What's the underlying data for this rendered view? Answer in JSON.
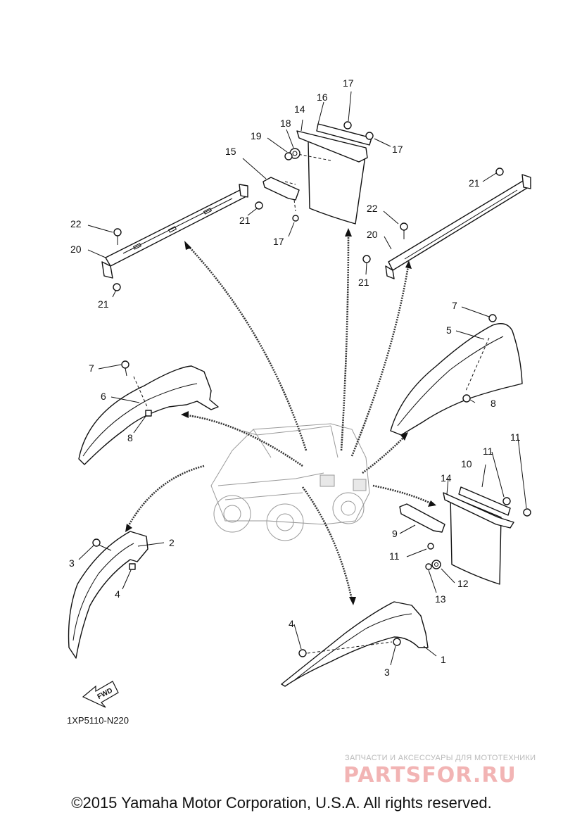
{
  "labels": [
    {
      "id": "1",
      "text": "1"
    },
    {
      "id": "2",
      "text": "2"
    },
    {
      "id": "3a",
      "text": "3"
    },
    {
      "id": "3b",
      "text": "3"
    },
    {
      "id": "4a",
      "text": "4"
    },
    {
      "id": "4b",
      "text": "4"
    },
    {
      "id": "5",
      "text": "5"
    },
    {
      "id": "6",
      "text": "6"
    },
    {
      "id": "7a",
      "text": "7"
    },
    {
      "id": "7b",
      "text": "7"
    },
    {
      "id": "8a",
      "text": "8"
    },
    {
      "id": "8b",
      "text": "8"
    },
    {
      "id": "9",
      "text": "9"
    },
    {
      "id": "10",
      "text": "10"
    },
    {
      "id": "11a",
      "text": "11"
    },
    {
      "id": "11b",
      "text": "11"
    },
    {
      "id": "11c",
      "text": "11"
    },
    {
      "id": "12",
      "text": "12"
    },
    {
      "id": "13",
      "text": "13"
    },
    {
      "id": "14a",
      "text": "14"
    },
    {
      "id": "14b",
      "text": "14"
    },
    {
      "id": "15",
      "text": "15"
    },
    {
      "id": "16",
      "text": "16"
    },
    {
      "id": "17a",
      "text": "17"
    },
    {
      "id": "17b",
      "text": "17"
    },
    {
      "id": "17c",
      "text": "17"
    },
    {
      "id": "18",
      "text": "18"
    },
    {
      "id": "19",
      "text": "19"
    },
    {
      "id": "20a",
      "text": "20"
    },
    {
      "id": "20b",
      "text": "20"
    },
    {
      "id": "21a",
      "text": "21"
    },
    {
      "id": "21b",
      "text": "21"
    },
    {
      "id": "21c",
      "text": "21"
    },
    {
      "id": "22a",
      "text": "22"
    },
    {
      "id": "22b",
      "text": "22"
    }
  ],
  "fwd_label": "FWD",
  "diagram_code": "1XP5110-N220",
  "watermark_small": "ЗАПЧАСТИ И АКСЕССУАРЫ ДЛЯ МОТОТЕХНИКИ",
  "watermark_big": "PARTSFOR.RU",
  "copyright": "©2015 Yamaha Motor Corporation, U.S.A. All rights reserved.",
  "colors": {
    "ink": "#111111",
    "watermark": "#f2b4b4"
  }
}
